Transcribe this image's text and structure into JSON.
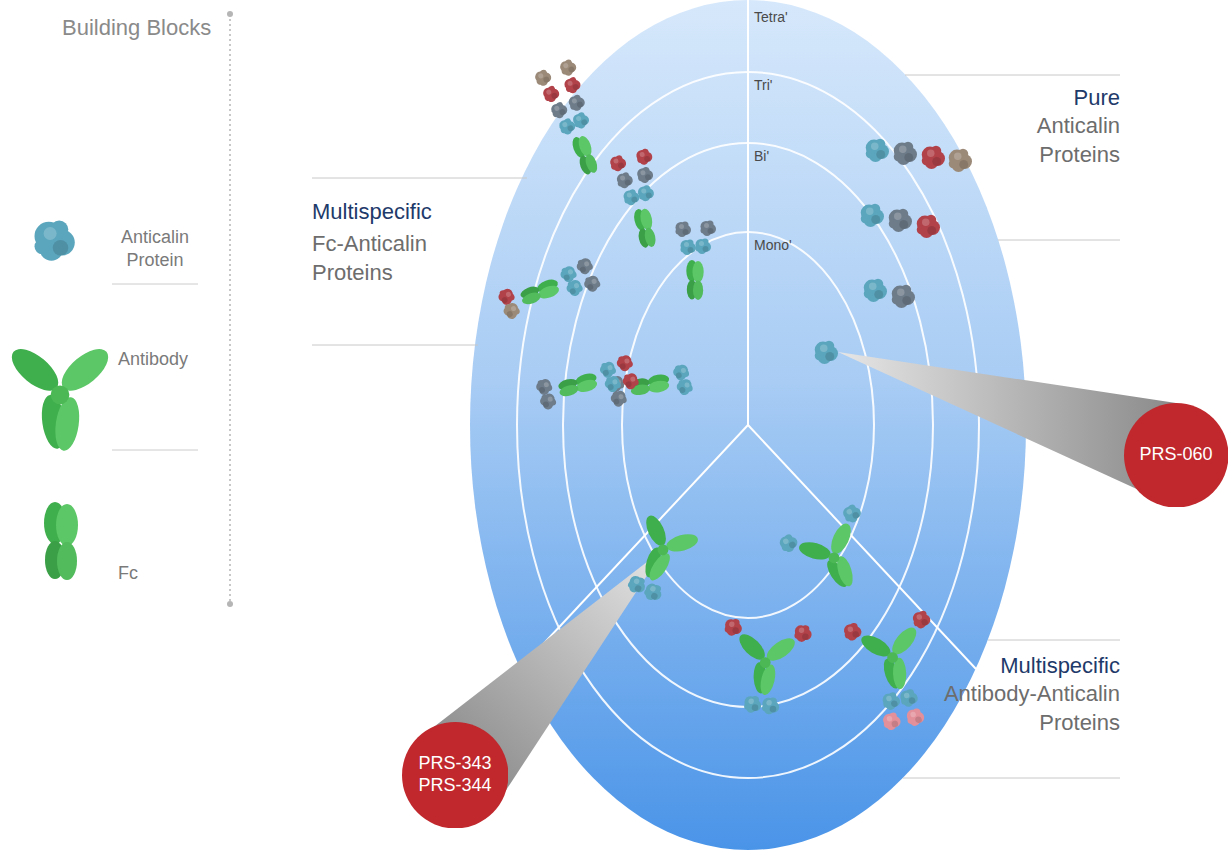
{
  "diagram": {
    "nodes": [
      {
        "text": [
          "PRS-060"
        ]
      },
      {
        "text": [
          "PRS-343 PRS-344"
        ]
      }
    ],
    "labels": [
      "Building Blocks",
      "Tetra'",
      "Tri'",
      "Bi'",
      "Mono'",
      "Multispecific",
      "Fc-Anticalin Proteins",
      "Pure",
      "Anticalin Proteins",
      "Multispecific",
      "Antibody-Anticalin Proteins"
    ],
    "legend": [
      {
        "text": "Anticalin Protein"
      },
      {
        "text": "Antibody"
      },
      {
        "text": "Fc"
      }
    ]
  }
}
